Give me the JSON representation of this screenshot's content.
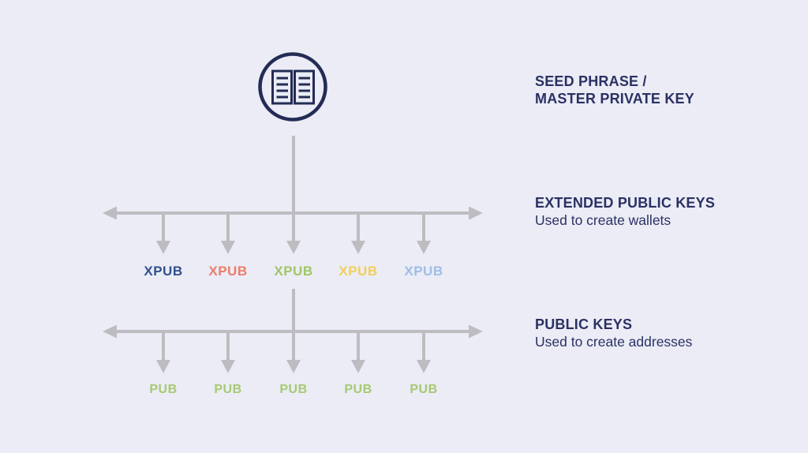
{
  "colors": {
    "background": "#ebecf5",
    "line": "#bdbdc1",
    "heading": "#2b3164",
    "icon": "#232c55"
  },
  "root": {
    "icon": "open-book-icon",
    "label_line1": "SEED PHRASE /",
    "label_line2": "MASTER PRIVATE KEY"
  },
  "tier1": {
    "heading": "EXTENDED PUBLIC KEYS",
    "subheading": "Used to create wallets",
    "nodes": [
      {
        "label": "XPUB",
        "color": "#30508f"
      },
      {
        "label": "XPUB",
        "color": "#ec7d6d"
      },
      {
        "label": "XPUB",
        "color": "#a2c566"
      },
      {
        "label": "XPUB",
        "color": "#f2cf5b"
      },
      {
        "label": "XPUB",
        "color": "#9fbde6"
      }
    ]
  },
  "tier2": {
    "heading": "PUBLIC KEYS",
    "subheading": "Used to create addresses",
    "nodes": [
      {
        "label": "PUB",
        "color": "#a7c973"
      },
      {
        "label": "PUB",
        "color": "#a7c973"
      },
      {
        "label": "PUB",
        "color": "#a7c973"
      },
      {
        "label": "PUB",
        "color": "#a7c973"
      },
      {
        "label": "PUB",
        "color": "#a7c973"
      }
    ]
  }
}
